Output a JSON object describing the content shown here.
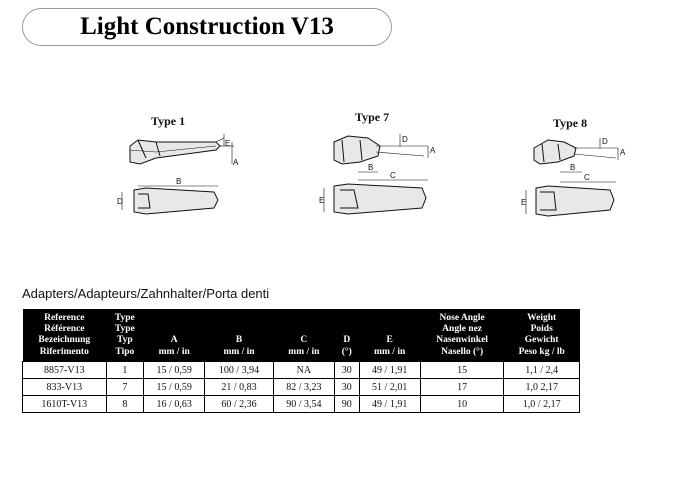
{
  "title": "Light Construction V13",
  "drawings": [
    {
      "label": "Type 1",
      "dims": [
        "A",
        "B",
        "D",
        "E"
      ]
    },
    {
      "label": "Type 7",
      "dims": [
        "A",
        "B",
        "C",
        "D",
        "E"
      ]
    },
    {
      "label": "Type 8",
      "dims": [
        "A",
        "B",
        "C",
        "D",
        "E"
      ]
    }
  ],
  "section_title": "Adapters/Adapteurs/Zahnhalter/Porta denti",
  "table": {
    "headers": {
      "reference": [
        "Reference",
        "Référence",
        "Bezeichnung",
        "Riferimento"
      ],
      "type": [
        "Type",
        "Type",
        "Typ",
        "Tipo"
      ],
      "a": [
        "A",
        "mm / in"
      ],
      "b": [
        "B",
        "mm / in"
      ],
      "c": [
        "C",
        "mm / in"
      ],
      "d": [
        "D",
        "(°)"
      ],
      "e": [
        "E",
        "mm / in"
      ],
      "nose": [
        "Nose Angle",
        "Angle nez",
        "Nasenwinkel",
        "Nasello (°)"
      ],
      "weight": [
        "Weight",
        "Poids",
        "Gewicht",
        "Peso kg / lb"
      ]
    },
    "rows": [
      [
        "8857-V13",
        "1",
        "15 / 0,59",
        "100 / 3,94",
        "NA",
        "30",
        "49 / 1,91",
        "15",
        "1,1  /  2,4"
      ],
      [
        "833-V13",
        "7",
        "15 / 0,59",
        "21 / 0,83",
        "82 / 3,23",
        "30",
        "51 / 2,01",
        "17",
        "1,0   2,17"
      ],
      [
        "1610T-V13",
        "8",
        "16 / 0,63",
        "60 / 2,36",
        "90 / 3,54",
        "90",
        "49 / 1,91",
        "10",
        "1,0  /  2,17"
      ]
    ]
  }
}
